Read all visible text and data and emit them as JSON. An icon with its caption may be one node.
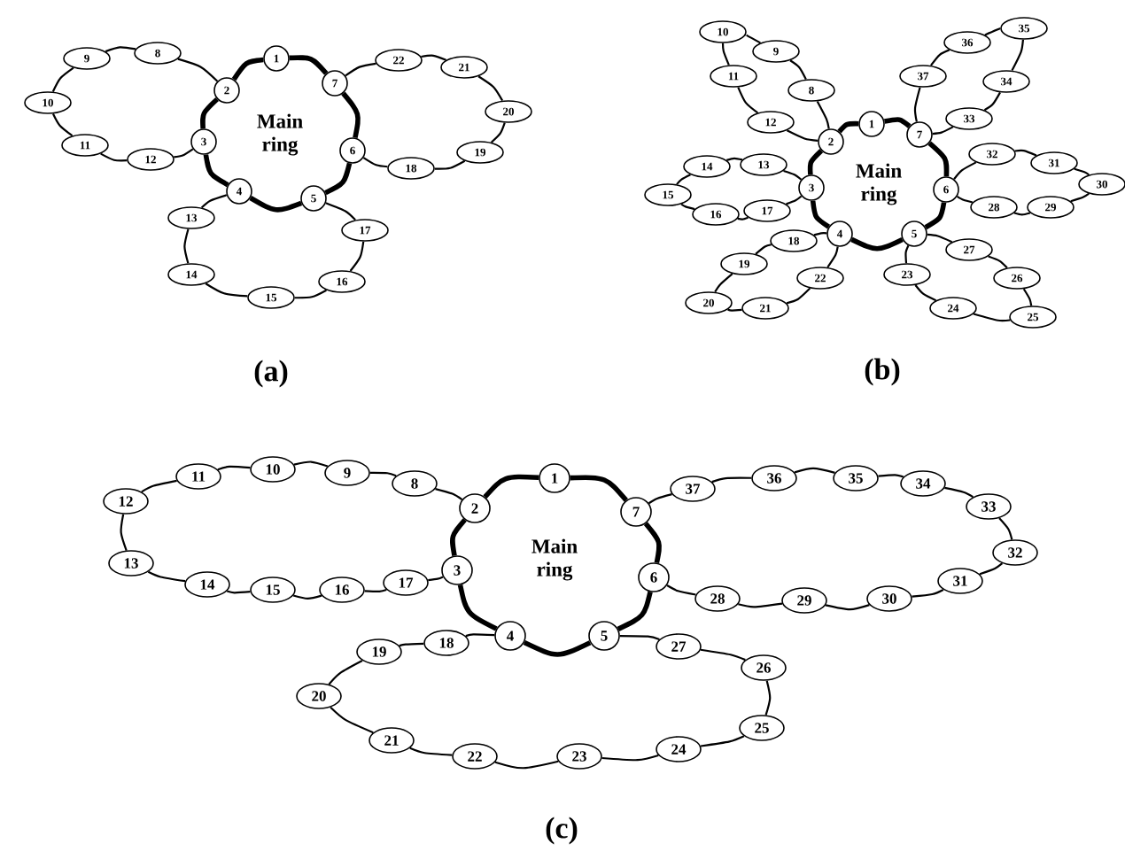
{
  "diagram": {
    "nodes": [
      {
        "text": [
          "1"
        ]
      },
      {
        "text": [
          "2"
        ]
      },
      {
        "text": [
          "3"
        ]
      },
      {
        "text": [
          "4"
        ]
      },
      {
        "text": [
          "5"
        ]
      },
      {
        "text": [
          "6"
        ]
      },
      {
        "text": [
          "7"
        ]
      },
      {
        "text": [
          "8"
        ]
      },
      {
        "text": [
          "9"
        ]
      },
      {
        "text": [
          "10"
        ]
      },
      {
        "text": [
          "11"
        ]
      },
      {
        "text": [
          "12"
        ]
      },
      {
        "text": [
          "13"
        ]
      },
      {
        "text": [
          "14"
        ]
      },
      {
        "text": [
          "15"
        ]
      },
      {
        "text": [
          "16"
        ]
      },
      {
        "text": [
          "17"
        ]
      },
      {
        "text": [
          "18"
        ]
      },
      {
        "text": [
          "19"
        ]
      },
      {
        "text": [
          "20"
        ]
      },
      {
        "text": [
          "21"
        ]
      },
      {
        "text": [
          "22"
        ]
      },
      {
        "text": [
          "1"
        ]
      },
      {
        "text": [
          "2"
        ]
      },
      {
        "text": [
          "3"
        ]
      },
      {
        "text": [
          "4"
        ]
      },
      {
        "text": [
          "5"
        ]
      },
      {
        "text": [
          "6"
        ]
      },
      {
        "text": [
          "7"
        ]
      },
      {
        "text": [
          "8"
        ]
      },
      {
        "text": [
          "9"
        ]
      },
      {
        "text": [
          "10"
        ]
      },
      {
        "text": [
          "11"
        ]
      },
      {
        "text": [
          "12"
        ]
      },
      {
        "text": [
          "13"
        ]
      },
      {
        "text": [
          "14"
        ]
      },
      {
        "text": [
          "15"
        ]
      },
      {
        "text": [
          "16"
        ]
      },
      {
        "text": [
          "17"
        ]
      },
      {
        "text": [
          "18"
        ]
      },
      {
        "text": [
          "19"
        ]
      },
      {
        "text": [
          "20"
        ]
      },
      {
        "text": [
          "21"
        ]
      },
      {
        "text": [
          "22"
        ]
      },
      {
        "text": [
          "23"
        ]
      },
      {
        "text": [
          "24"
        ]
      },
      {
        "text": [
          "25"
        ]
      },
      {
        "text": [
          "26"
        ]
      },
      {
        "text": [
          "27"
        ]
      },
      {
        "text": [
          "28"
        ]
      },
      {
        "text": [
          "29"
        ]
      },
      {
        "text": [
          "30"
        ]
      },
      {
        "text": [
          "31"
        ]
      },
      {
        "text": [
          "32"
        ]
      },
      {
        "text": [
          "33"
        ]
      },
      {
        "text": [
          "34"
        ]
      },
      {
        "text": [
          "35"
        ]
      },
      {
        "text": [
          "36"
        ]
      },
      {
        "text": [
          "37"
        ]
      },
      {
        "text": [
          "1"
        ]
      },
      {
        "text": [
          "2"
        ]
      },
      {
        "text": [
          "3"
        ]
      },
      {
        "text": [
          "4"
        ]
      },
      {
        "text": [
          "5"
        ]
      },
      {
        "text": [
          "6"
        ]
      },
      {
        "text": [
          "7"
        ]
      },
      {
        "text": [
          "8"
        ]
      },
      {
        "text": [
          "9"
        ]
      },
      {
        "text": [
          "10"
        ]
      },
      {
        "text": [
          "11"
        ]
      },
      {
        "text": [
          "12"
        ]
      },
      {
        "text": [
          "13"
        ]
      },
      {
        "text": [
          "14"
        ]
      },
      {
        "text": [
          "15"
        ]
      },
      {
        "text": [
          "16"
        ]
      },
      {
        "text": [
          "17"
        ]
      },
      {
        "text": [
          "18"
        ]
      },
      {
        "text": [
          "19"
        ]
      },
      {
        "text": [
          "20"
        ]
      },
      {
        "text": [
          "21"
        ]
      },
      {
        "text": [
          "22"
        ]
      },
      {
        "text": [
          "23"
        ]
      },
      {
        "text": [
          "24"
        ]
      },
      {
        "text": [
          "25"
        ]
      },
      {
        "text": [
          "26"
        ]
      },
      {
        "text": [
          "27"
        ]
      },
      {
        "text": [
          "28"
        ]
      },
      {
        "text": [
          "29"
        ]
      },
      {
        "text": [
          "30"
        ]
      },
      {
        "text": [
          "31"
        ]
      },
      {
        "text": [
          "32"
        ]
      },
      {
        "text": [
          "33"
        ]
      },
      {
        "text": [
          "34"
        ]
      },
      {
        "text": [
          "35"
        ]
      },
      {
        "text": [
          "36"
        ]
      },
      {
        "text": [
          "37"
        ]
      }
    ],
    "edges": [
      {
        "from": 0,
        "to": 1,
        "arrow": "none",
        "style": "thick"
      },
      {
        "from": 1,
        "to": 2,
        "arrow": "none",
        "style": "thick"
      },
      {
        "from": 2,
        "to": 3,
        "arrow": "none",
        "style": "thick"
      },
      {
        "from": 3,
        "to": 4,
        "arrow": "none",
        "style": "thick"
      },
      {
        "from": 4,
        "to": 5,
        "arrow": "none",
        "style": "thick"
      },
      {
        "from": 5,
        "to": 6,
        "arrow": "none",
        "style": "thick"
      },
      {
        "from": 6,
        "to": 0,
        "arrow": "none",
        "style": "thick"
      },
      {
        "from": 1,
        "to": 7,
        "arrow": "none"
      },
      {
        "from": 7,
        "to": 8,
        "arrow": "none"
      },
      {
        "from": 8,
        "to": 9,
        "arrow": "none"
      },
      {
        "from": 9,
        "to": 10,
        "arrow": "none"
      },
      {
        "from": 10,
        "to": 11,
        "arrow": "none"
      },
      {
        "from": 11,
        "to": 2,
        "arrow": "none"
      },
      {
        "from": 3,
        "to": 12,
        "arrow": "none"
      },
      {
        "from": 12,
        "to": 13,
        "arrow": "none"
      },
      {
        "from": 13,
        "to": 14,
        "arrow": "none"
      },
      {
        "from": 14,
        "to": 15,
        "arrow": "none"
      },
      {
        "from": 15,
        "to": 16,
        "arrow": "none"
      },
      {
        "from": 16,
        "to": 4,
        "arrow": "none"
      },
      {
        "from": 5,
        "to": 17,
        "arrow": "none"
      },
      {
        "from": 17,
        "to": 18,
        "arrow": "none"
      },
      {
        "from": 18,
        "to": 19,
        "arrow": "none"
      },
      {
        "from": 19,
        "to": 20,
        "arrow": "none"
      },
      {
        "from": 20,
        "to": 21,
        "arrow": "none"
      },
      {
        "from": 21,
        "to": 6,
        "arrow": "none"
      },
      {
        "from": 22,
        "to": 23,
        "arrow": "none",
        "style": "thick"
      },
      {
        "from": 23,
        "to": 24,
        "arrow": "none",
        "style": "thick"
      },
      {
        "from": 24,
        "to": 25,
        "arrow": "none",
        "style": "thick"
      },
      {
        "from": 25,
        "to": 26,
        "arrow": "none",
        "style": "thick"
      },
      {
        "from": 26,
        "to": 27,
        "arrow": "none",
        "style": "thick"
      },
      {
        "from": 27,
        "to": 28,
        "arrow": "none",
        "style": "thick"
      },
      {
        "from": 28,
        "to": 22,
        "arrow": "none",
        "style": "thick"
      },
      {
        "from": 23,
        "to": 29,
        "arrow": "none"
      },
      {
        "from": 29,
        "to": 30,
        "arrow": "none"
      },
      {
        "from": 30,
        "to": 31,
        "arrow": "none"
      },
      {
        "from": 31,
        "to": 32,
        "arrow": "none"
      },
      {
        "from": 32,
        "to": 33,
        "arrow": "none"
      },
      {
        "from": 33,
        "to": 23,
        "arrow": "none"
      },
      {
        "from": 24,
        "to": 34,
        "arrow": "none"
      },
      {
        "from": 34,
        "to": 35,
        "arrow": "none"
      },
      {
        "from": 35,
        "to": 36,
        "arrow": "none"
      },
      {
        "from": 36,
        "to": 37,
        "arrow": "none"
      },
      {
        "from": 37,
        "to": 38,
        "arrow": "none"
      },
      {
        "from": 38,
        "to": 24,
        "arrow": "none"
      },
      {
        "from": 25,
        "to": 39,
        "arrow": "none"
      },
      {
        "from": 39,
        "to": 40,
        "arrow": "none"
      },
      {
        "from": 40,
        "to": 41,
        "arrow": "none"
      },
      {
        "from": 41,
        "to": 42,
        "arrow": "none"
      },
      {
        "from": 42,
        "to": 43,
        "arrow": "none"
      },
      {
        "from": 43,
        "to": 25,
        "arrow": "none"
      },
      {
        "from": 26,
        "to": 44,
        "arrow": "none"
      },
      {
        "from": 44,
        "to": 45,
        "arrow": "none"
      },
      {
        "from": 45,
        "to": 46,
        "arrow": "none"
      },
      {
        "from": 46,
        "to": 47,
        "arrow": "none"
      },
      {
        "from": 47,
        "to": 48,
        "arrow": "none"
      },
      {
        "from": 48,
        "to": 26,
        "arrow": "none"
      },
      {
        "from": 27,
        "to": 49,
        "arrow": "none"
      },
      {
        "from": 49,
        "to": 50,
        "arrow": "none"
      },
      {
        "from": 50,
        "to": 51,
        "arrow": "none"
      },
      {
        "from": 51,
        "to": 52,
        "arrow": "none"
      },
      {
        "from": 52,
        "to": 53,
        "arrow": "none"
      },
      {
        "from": 53,
        "to": 27,
        "arrow": "none"
      },
      {
        "from": 28,
        "to": 54,
        "arrow": "none"
      },
      {
        "from": 54,
        "to": 55,
        "arrow": "none"
      },
      {
        "from": 55,
        "to": 56,
        "arrow": "none"
      },
      {
        "from": 56,
        "to": 57,
        "arrow": "none"
      },
      {
        "from": 57,
        "to": 58,
        "arrow": "none"
      },
      {
        "from": 58,
        "to": 28,
        "arrow": "none"
      },
      {
        "from": 59,
        "to": 60,
        "arrow": "none",
        "style": "thick"
      },
      {
        "from": 60,
        "to": 61,
        "arrow": "none",
        "style": "thick"
      },
      {
        "from": 61,
        "to": 62,
        "arrow": "none",
        "style": "thick"
      },
      {
        "from": 62,
        "to": 63,
        "arrow": "none",
        "style": "thick"
      },
      {
        "from": 63,
        "to": 64,
        "arrow": "none",
        "style": "thick"
      },
      {
        "from": 64,
        "to": 65,
        "arrow": "none",
        "style": "thick"
      },
      {
        "from": 65,
        "to": 59,
        "arrow": "none",
        "style": "thick"
      },
      {
        "from": 60,
        "to": 66,
        "arrow": "none"
      },
      {
        "from": 66,
        "to": 67,
        "arrow": "none"
      },
      {
        "from": 67,
        "to": 68,
        "arrow": "none"
      },
      {
        "from": 68,
        "to": 69,
        "arrow": "none"
      },
      {
        "from": 69,
        "to": 70,
        "arrow": "none"
      },
      {
        "from": 70,
        "to": 71,
        "arrow": "none"
      },
      {
        "from": 71,
        "to": 72,
        "arrow": "none"
      },
      {
        "from": 72,
        "to": 73,
        "arrow": "none"
      },
      {
        "from": 73,
        "to": 74,
        "arrow": "none"
      },
      {
        "from": 74,
        "to": 75,
        "arrow": "none"
      },
      {
        "from": 75,
        "to": 61,
        "arrow": "none"
      },
      {
        "from": 62,
        "to": 76,
        "arrow": "none"
      },
      {
        "from": 76,
        "to": 77,
        "arrow": "none"
      },
      {
        "from": 77,
        "to": 78,
        "arrow": "none"
      },
      {
        "from": 78,
        "to": 79,
        "arrow": "none"
      },
      {
        "from": 79,
        "to": 80,
        "arrow": "none"
      },
      {
        "from": 80,
        "to": 81,
        "arrow": "none"
      },
      {
        "from": 81,
        "to": 82,
        "arrow": "none"
      },
      {
        "from": 82,
        "to": 83,
        "arrow": "none"
      },
      {
        "from": 83,
        "to": 84,
        "arrow": "none"
      },
      {
        "from": 84,
        "to": 85,
        "arrow": "none"
      },
      {
        "from": 85,
        "to": 63,
        "arrow": "none"
      },
      {
        "from": 64,
        "to": 86,
        "arrow": "none"
      },
      {
        "from": 86,
        "to": 87,
        "arrow": "none"
      },
      {
        "from": 87,
        "to": 88,
        "arrow": "none"
      },
      {
        "from": 88,
        "to": 89,
        "arrow": "none"
      },
      {
        "from": 89,
        "to": 90,
        "arrow": "none"
      },
      {
        "from": 90,
        "to": 91,
        "arrow": "none"
      },
      {
        "from": 91,
        "to": 92,
        "arrow": "none"
      },
      {
        "from": 92,
        "to": 93,
        "arrow": "none"
      },
      {
        "from": 93,
        "to": 94,
        "arrow": "none"
      },
      {
        "from": 94,
        "to": 95,
        "arrow": "none"
      },
      {
        "from": 95,
        "to": 65,
        "arrow": "none"
      }
    ],
    "labels": [
      "Main ring",
      "(a)",
      "Main ring",
      "(b)",
      "Main ring",
      "(c)"
    ]
  }
}
